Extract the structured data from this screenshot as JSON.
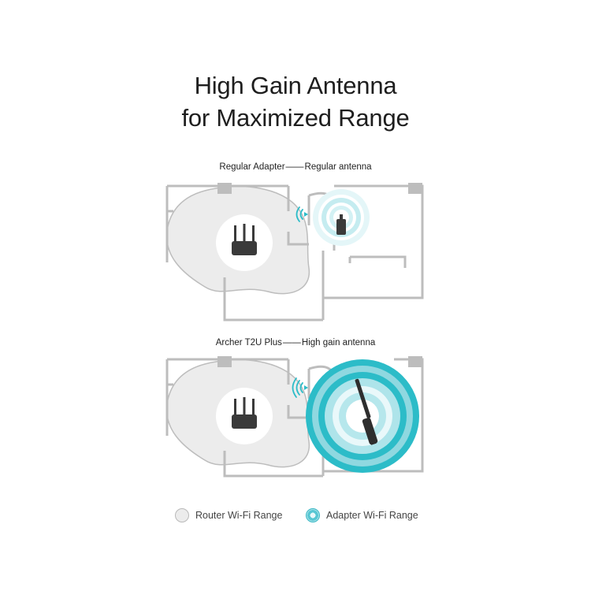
{
  "title": {
    "line1": "High Gain Antenna",
    "line2": "for Maximized Range"
  },
  "panels": [
    {
      "label_left": "Regular Adapter",
      "separator": "——",
      "label_right": "Regular antenna"
    },
    {
      "label_left": "Archer T2U Plus",
      "separator": "——",
      "label_right": "High gain antenna"
    }
  ],
  "legend": {
    "router": "Router Wi-Fi Range",
    "adapter": "Adapter Wi-Fi Range"
  },
  "colors": {
    "router_range": "#ececec",
    "adapter_range": "#2cbcc8",
    "wall": "#bfbfbf",
    "device": "#3a3a3a"
  },
  "icons": [
    "router-icon",
    "usb-adapter-icon",
    "wifi-signal-icon",
    "high-gain-antenna-icon"
  ]
}
